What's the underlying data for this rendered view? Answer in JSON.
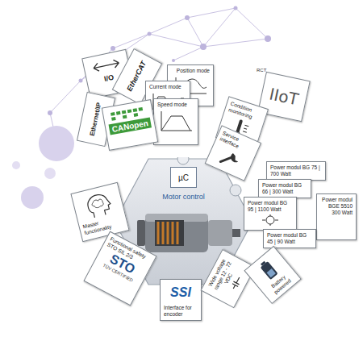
{
  "diagram": {
    "nodes": [
      {
        "text": [
          "I/O"
        ]
      },
      {
        "text": [
          "EtherCAT"
        ]
      },
      {
        "text": [
          "Position mode"
        ]
      },
      {
        "text": [
          "Current mode"
        ]
      },
      {
        "text": [
          "Speed mode"
        ]
      },
      {
        "text": [
          "IIoT"
        ]
      },
      {
        "text": [
          "Ethernet/IP"
        ]
      },
      {
        "text": [
          "CANopen"
        ]
      },
      {
        "text": [
          "Condition monitoring"
        ]
      },
      {
        "text": [
          "Service interface"
        ]
      },
      {
        "text": [
          "Master functionality"
        ]
      },
      {
        "text": [
          "Motor control"
        ]
      },
      {
        "text": [
          "µC"
        ],
        "in": 11
      },
      {
        "text": [
          "Power modul BG 75 | 700 Watt"
        ]
      },
      {
        "text": [
          "Power modul BG 66 | 300 Watt"
        ]
      },
      {
        "text": [
          "Power modul BG 95 | 1100 Watt"
        ]
      },
      {
        "text": [
          "Power modul BGE 5510 300 Watt"
        ]
      },
      {
        "text": [
          "Power modul BG 45 | 90 Watt"
        ]
      },
      {
        "text": [
          "Functional safety STO SIL 2/3",
          "STO",
          "TÜV CERTIFIED"
        ]
      },
      {
        "text": [
          "SSI",
          "Interface for encoder"
        ]
      },
      {
        "text": [
          "Wide voltage range 12 - 72 VDC"
        ]
      },
      {
        "text": [
          "Battery powered"
        ]
      }
    ],
    "labels": [
      "RCT"
    ]
  }
}
